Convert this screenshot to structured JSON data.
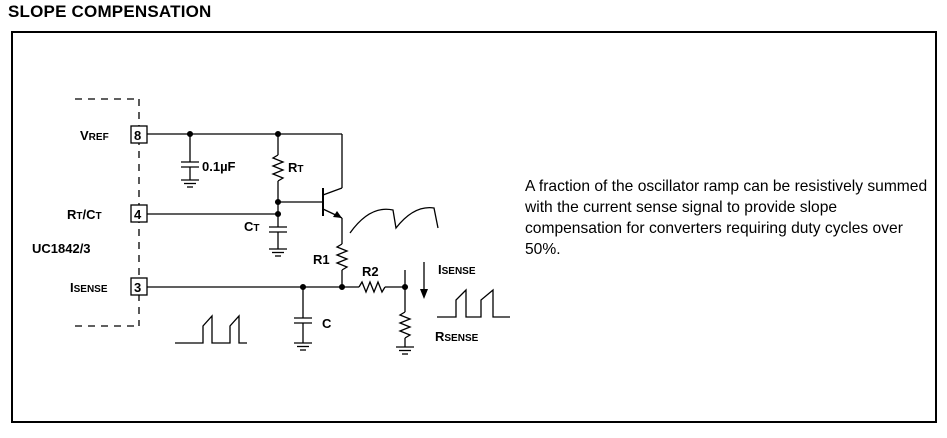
{
  "heading": "SLOPE COMPENSATION",
  "description": "A fraction of the oscillator ramp can be resistively summed with the current sense signal to provide slope compensation for converters requiring duty cycles over 50%.",
  "pins": {
    "vref": {
      "number": "8",
      "label_main": "V",
      "label_sub": "REF"
    },
    "rtct": {
      "number": "4",
      "label_main": "R",
      "label_sub1": "T",
      "label_mid": "/C",
      "label_sub2": "T"
    },
    "isense": {
      "number": "3",
      "label_main": "I",
      "label_sub": "SENSE"
    }
  },
  "ic_name": "UC1842/3",
  "components": {
    "cap_ref": {
      "label": "0.1µF"
    },
    "rt": {
      "main": "R",
      "sub": "T"
    },
    "ct": {
      "main": "C",
      "sub": "T"
    },
    "r1": "R1",
    "r2": "R2",
    "c": "C",
    "isense_arrow": {
      "main": "I",
      "sub": "SENSE"
    },
    "rsense": {
      "main": "R",
      "sub": "SENSE"
    }
  }
}
